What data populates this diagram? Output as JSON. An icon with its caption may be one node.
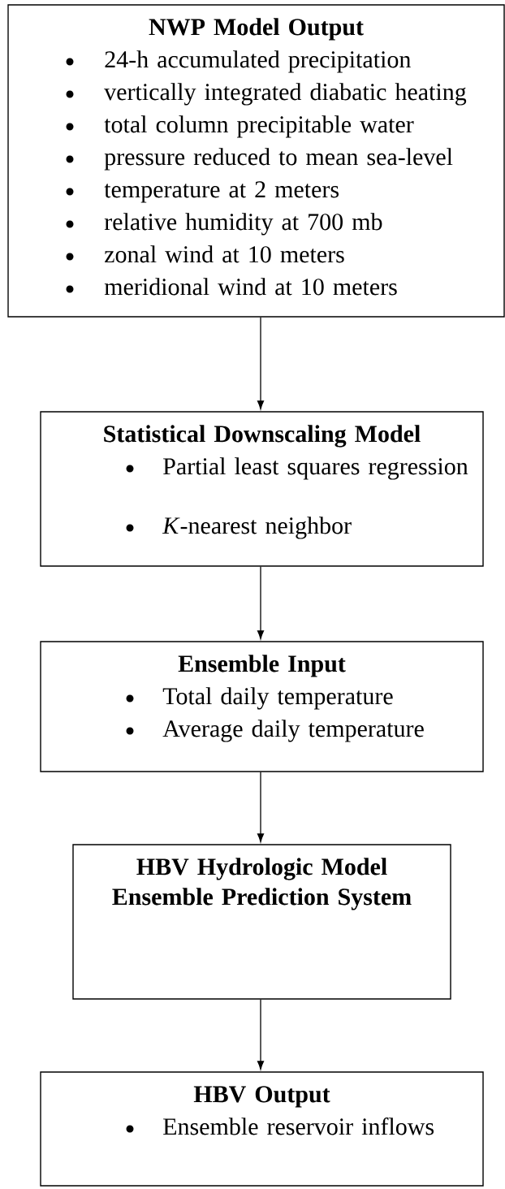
{
  "diagram": {
    "nodes": [
      {
        "text": [
          "NWP Model Output",
          "24-h accumulated precipitation",
          "vertically integrated diabatic heating",
          "total column precipitable water",
          "pressure reduced to mean sea-level",
          "temperature at 2 meters",
          "relative humidity at 700 mb",
          "zonal wind at 10 meters",
          "meridional wind at 10 meters"
        ]
      },
      {
        "text": [
          "Statistical Downscaling Model",
          "Partial least squares regression",
          "*K*-nearest neighbor"
        ]
      },
      {
        "text": [
          "Ensemble Input",
          "Total daily temperature",
          "Average daily temperature"
        ]
      },
      {
        "text": [
          "HBV Hydrologic Model Ensemble Prediction System"
        ]
      },
      {
        "text": [
          "HBV Output",
          "Ensemble reservoir inflows"
        ]
      }
    ],
    "edges": [
      {
        "from": 0,
        "to": 1,
        "arrow": "to"
      },
      {
        "from": 1,
        "to": 2,
        "arrow": "to"
      },
      {
        "from": 2,
        "to": 3,
        "arrow": "to"
      },
      {
        "from": 3,
        "to": 4,
        "arrow": "to"
      }
    ]
  }
}
